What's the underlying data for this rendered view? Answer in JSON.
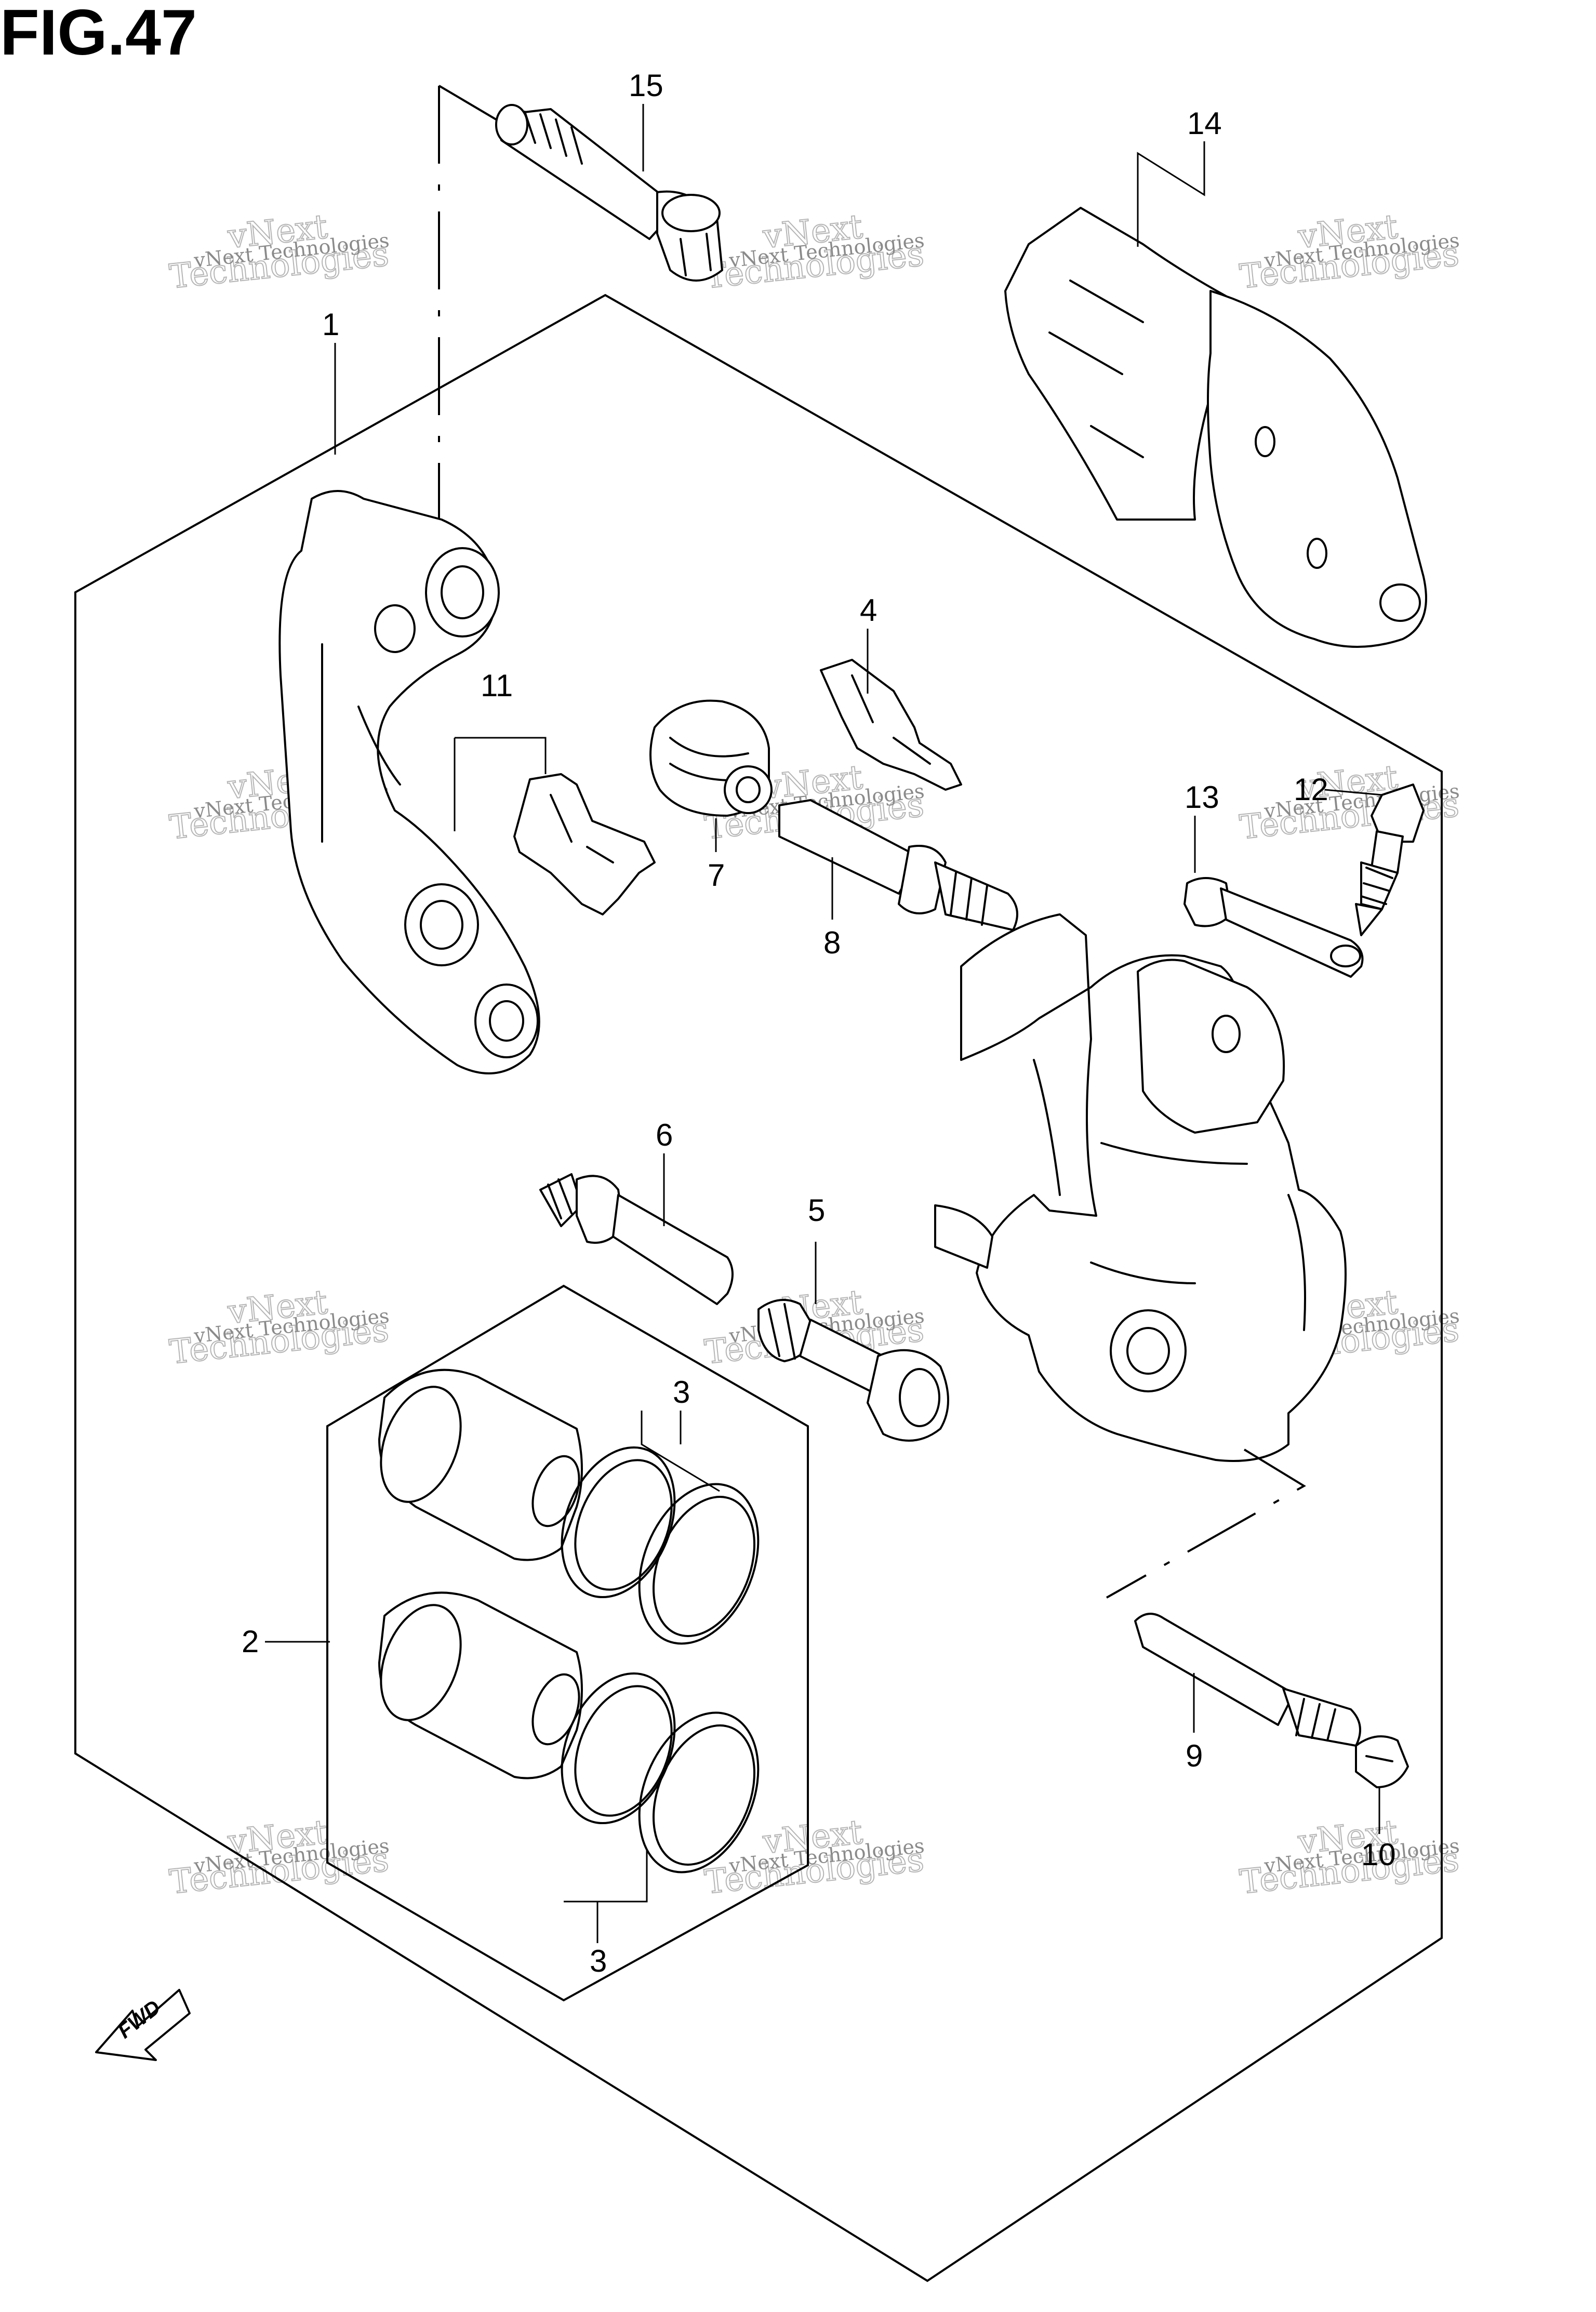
{
  "figure": {
    "title": "FIG.47"
  },
  "callouts": {
    "c1": "1",
    "c2": "2",
    "c3a": "3",
    "c3b": "3",
    "c4": "4",
    "c5": "5",
    "c6": "6",
    "c7": "7",
    "c8": "8",
    "c9": "9",
    "c10": "10",
    "c11": "11",
    "c12": "12",
    "c13": "13",
    "c14": "14",
    "c15": "15"
  },
  "watermark": {
    "line1": "vNext Technologies",
    "line2a": "vNext",
    "line2b": "Technologies"
  },
  "fwd_badge": {
    "label": "FWD"
  }
}
